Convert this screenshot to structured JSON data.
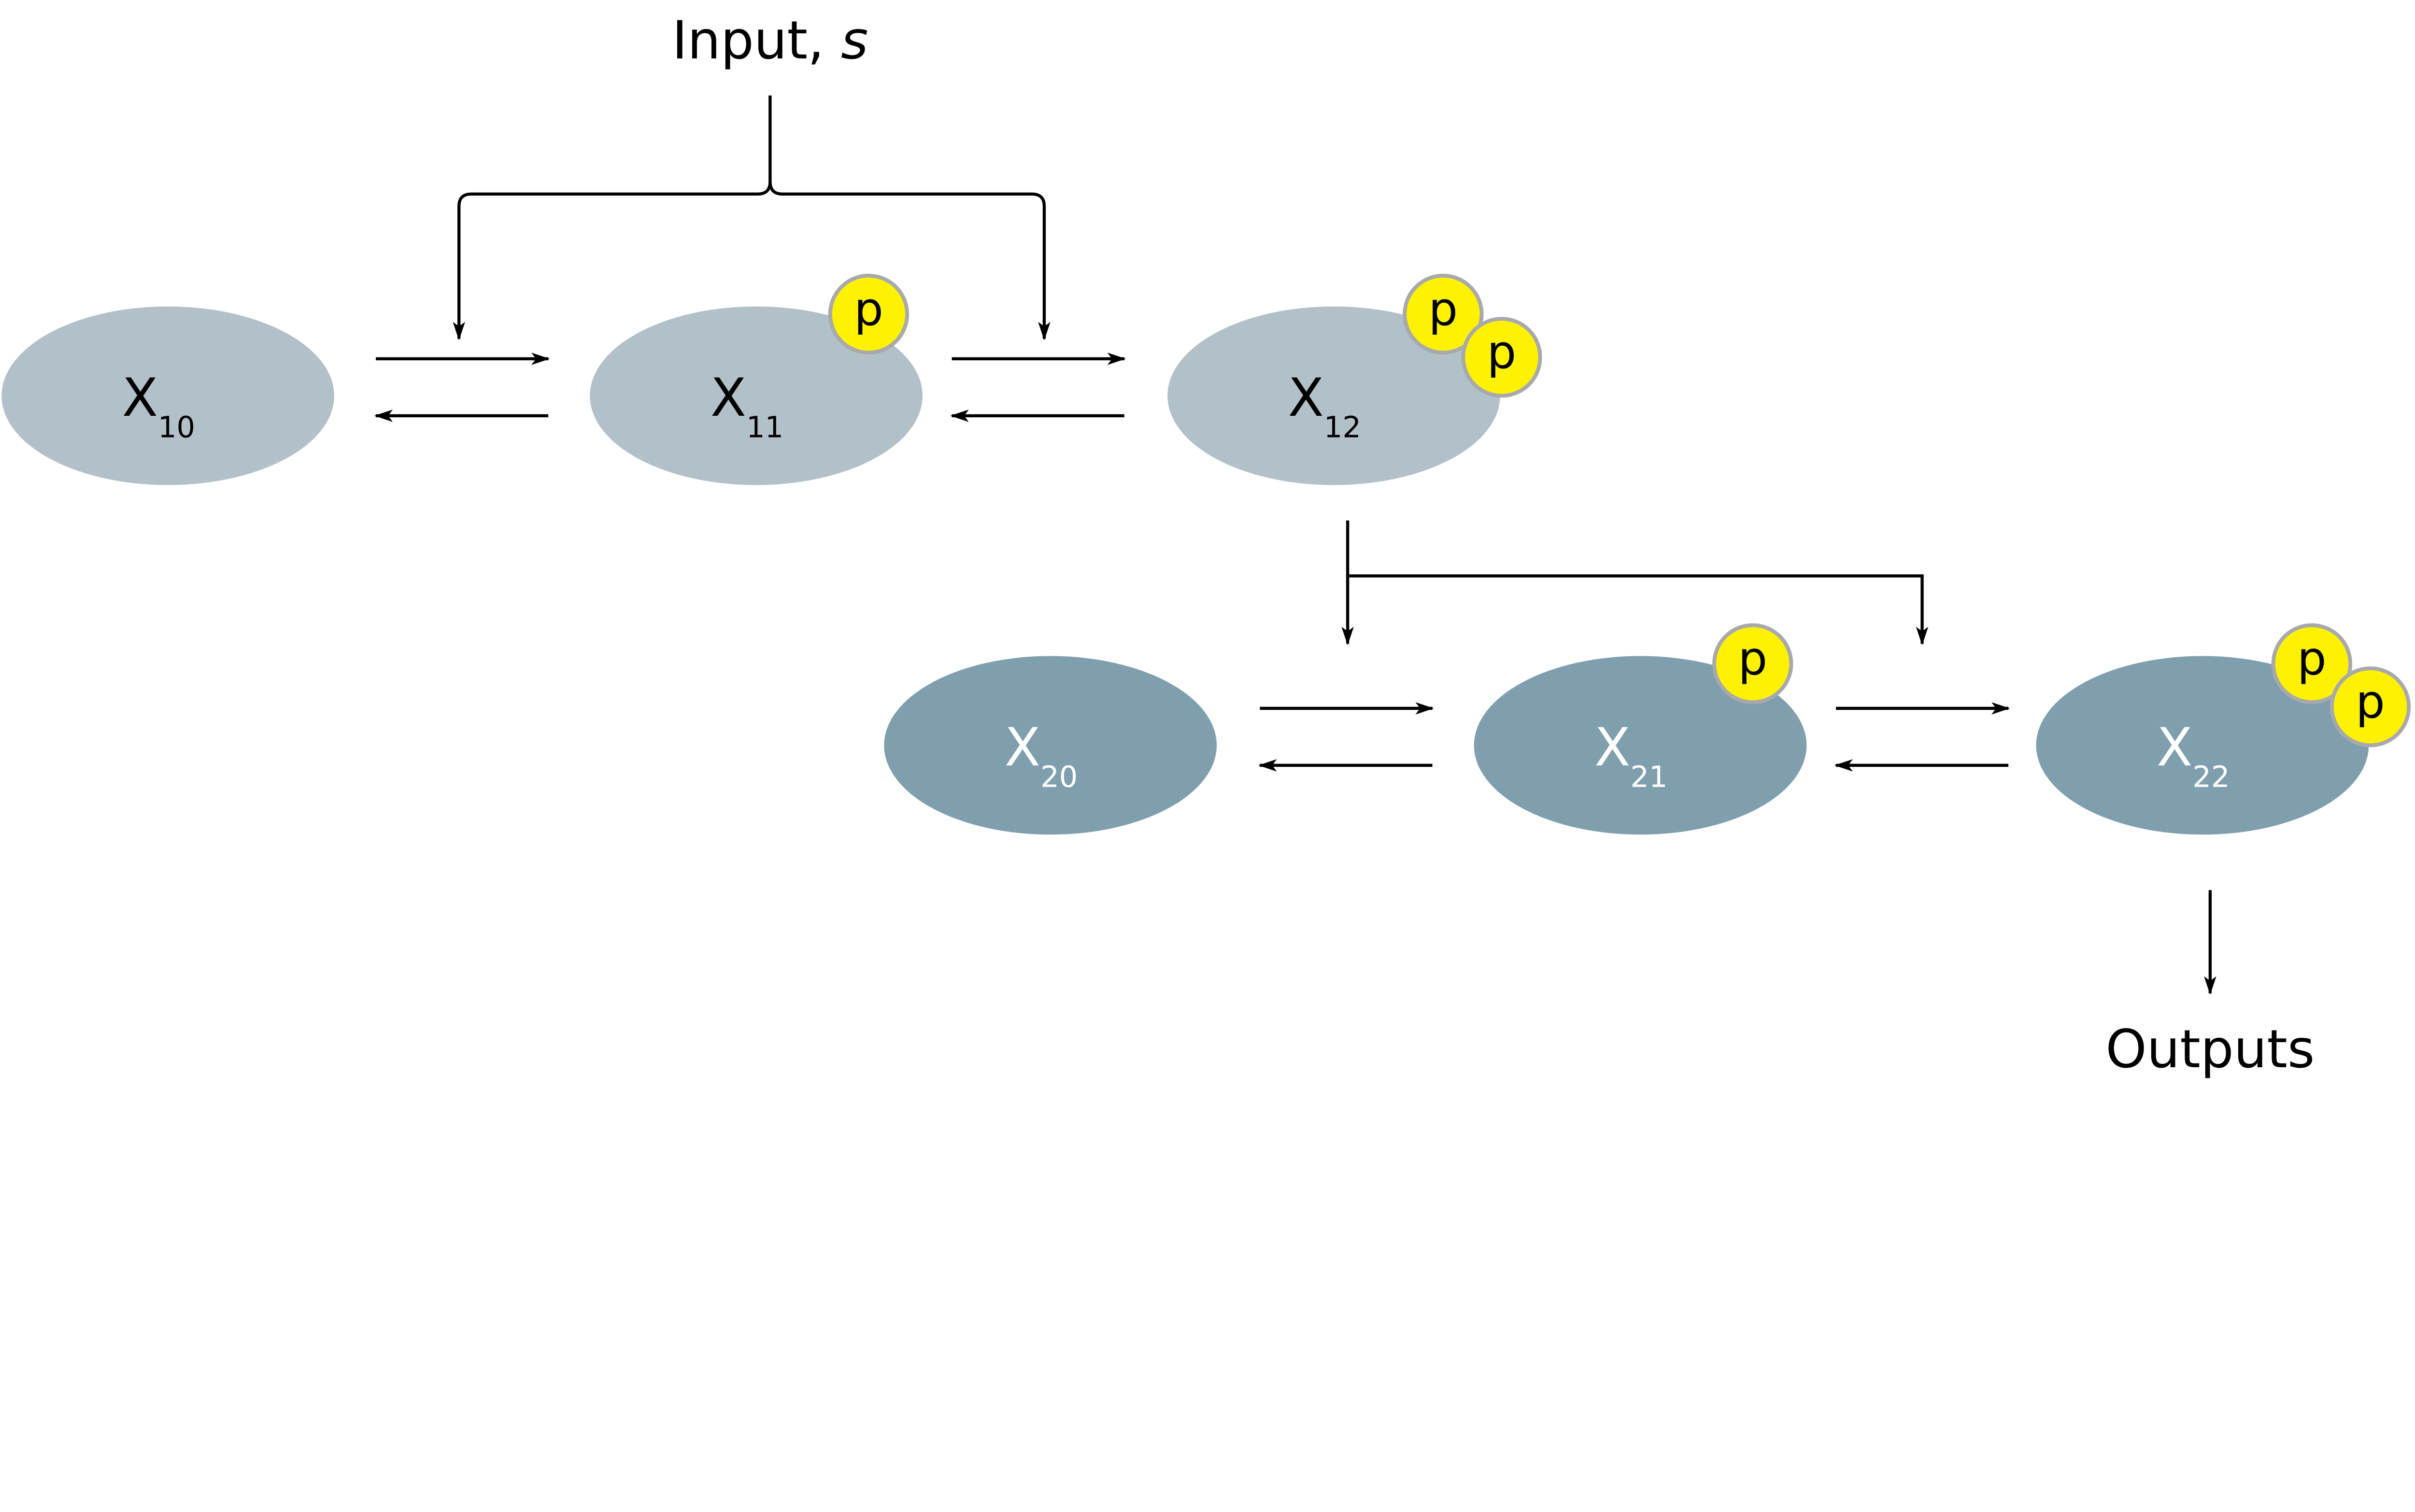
{
  "input_label": {
    "text": "Input, ",
    "var": "s"
  },
  "output_label": "Outputs",
  "colors": {
    "tier1_node": "#b2c0c9",
    "tier2_node": "#809fae",
    "phosphate_fill": "#fff200",
    "phosphate_stroke": "#a7a9ac",
    "tier2_text": "#ffffff"
  },
  "phosphate_label": "p",
  "nodes": [
    {
      "id": "X10",
      "base": "X",
      "sub": "10",
      "phosphates": 0,
      "tier": 1
    },
    {
      "id": "X11",
      "base": "X",
      "sub": "11",
      "phosphates": 1,
      "tier": 1
    },
    {
      "id": "X12",
      "base": "X",
      "sub": "12",
      "phosphates": 2,
      "tier": 1
    },
    {
      "id": "X20",
      "base": "X",
      "sub": "20",
      "phosphates": 0,
      "tier": 2
    },
    {
      "id": "X21",
      "base": "X",
      "sub": "21",
      "phosphates": 1,
      "tier": 2
    },
    {
      "id": "X22",
      "base": "X",
      "sub": "22",
      "phosphates": 2,
      "tier": 2
    }
  ]
}
